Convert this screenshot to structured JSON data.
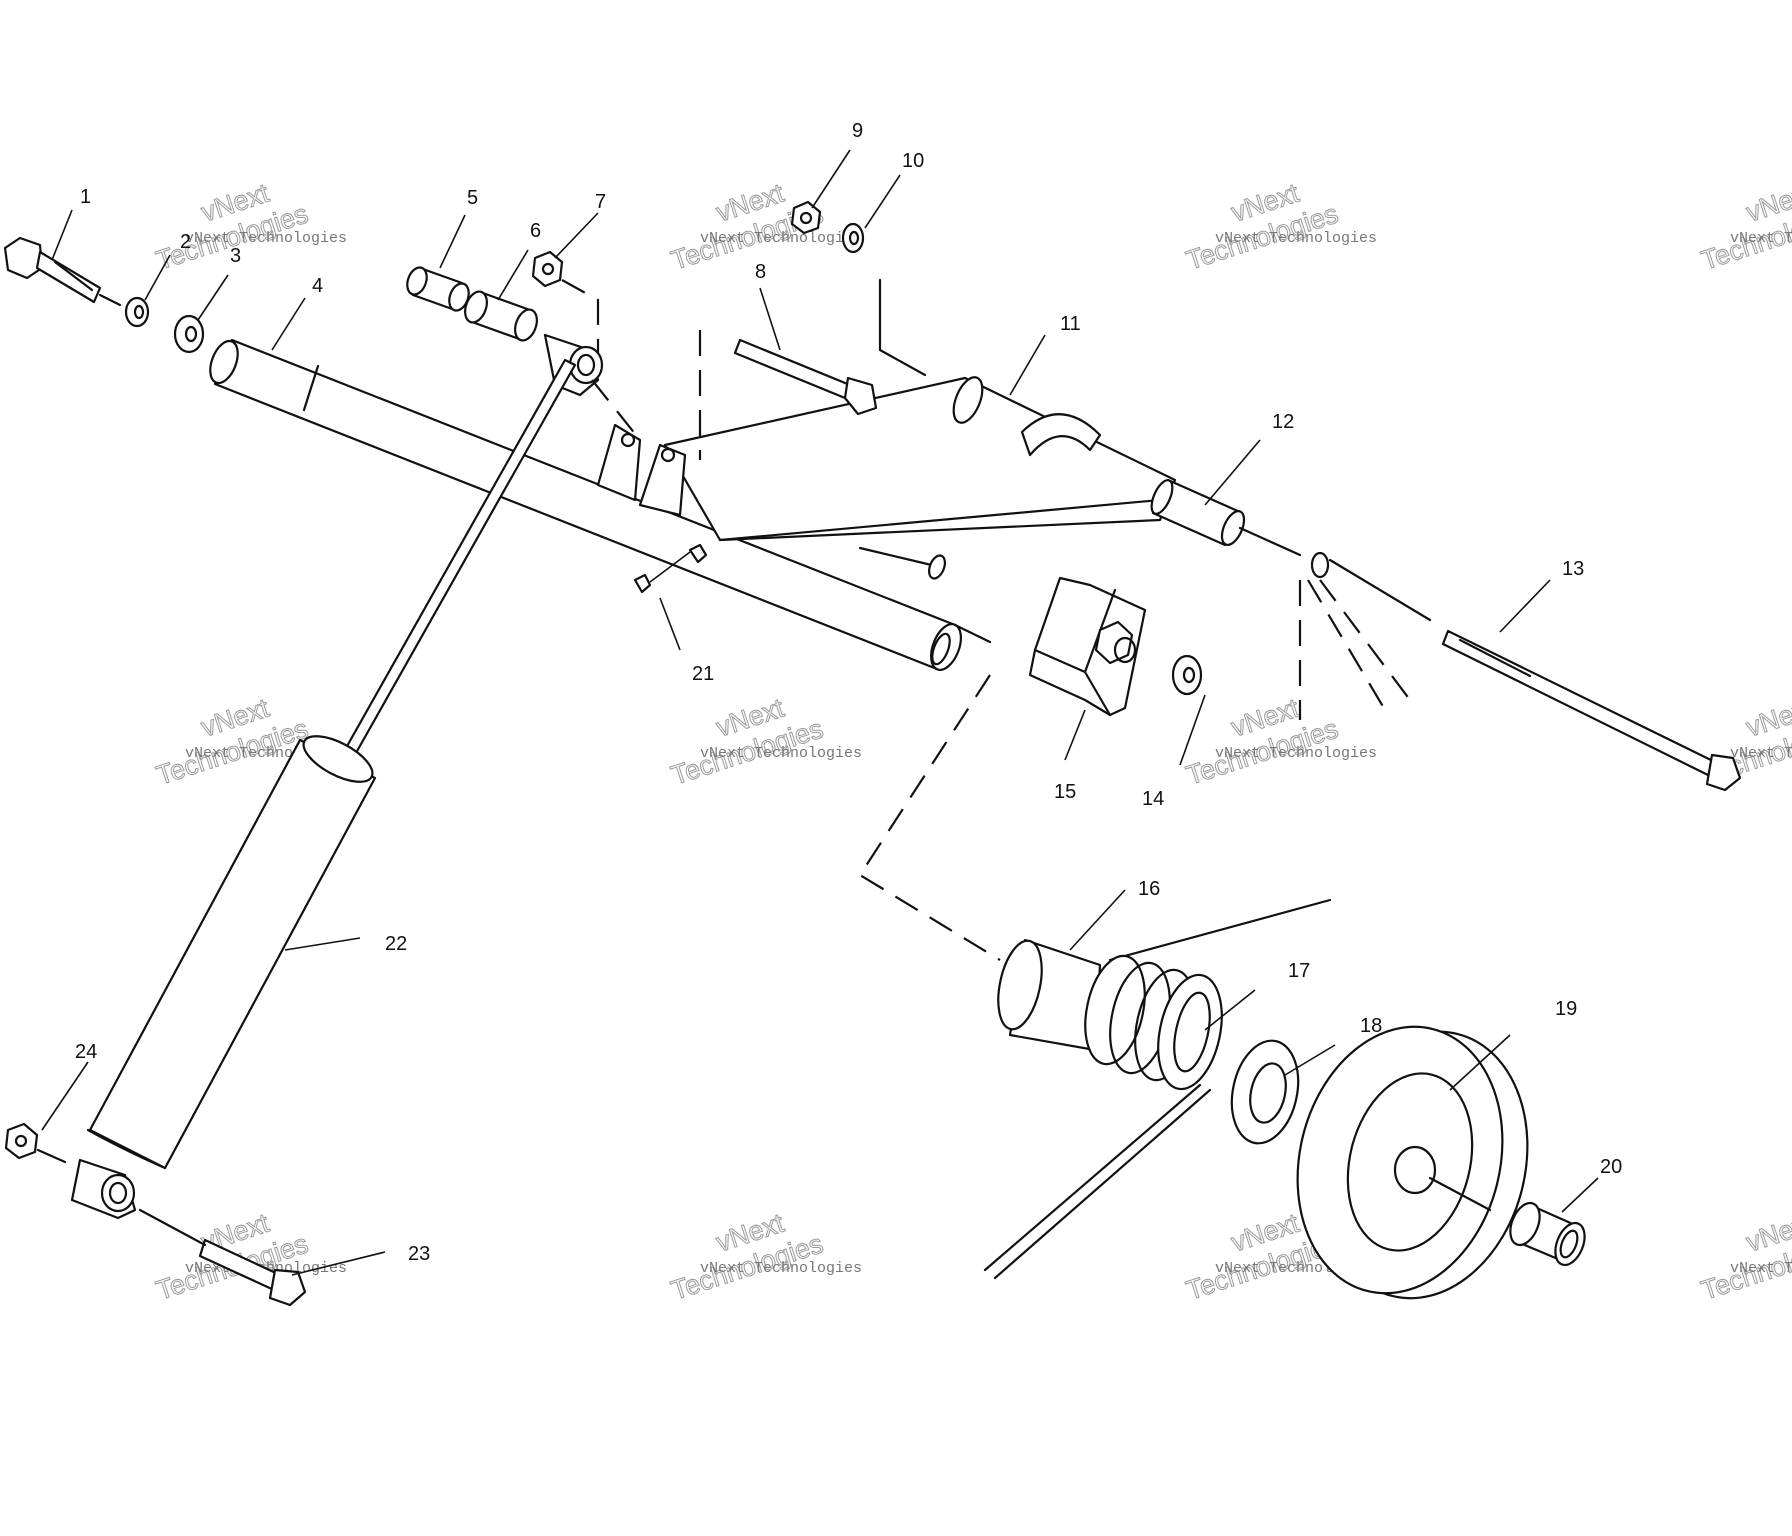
{
  "callouts": [
    {
      "id": "1",
      "label": "1"
    },
    {
      "id": "2",
      "label": "2"
    },
    {
      "id": "3",
      "label": "3"
    },
    {
      "id": "4",
      "label": "4"
    },
    {
      "id": "5",
      "label": "5"
    },
    {
      "id": "6",
      "label": "6"
    },
    {
      "id": "7",
      "label": "7"
    },
    {
      "id": "8",
      "label": "8"
    },
    {
      "id": "9",
      "label": "9"
    },
    {
      "id": "10",
      "label": "10"
    },
    {
      "id": "11",
      "label": "11"
    },
    {
      "id": "12",
      "label": "12"
    },
    {
      "id": "13",
      "label": "13"
    },
    {
      "id": "14",
      "label": "14"
    },
    {
      "id": "15",
      "label": "15"
    },
    {
      "id": "16",
      "label": "16"
    },
    {
      "id": "17",
      "label": "17"
    },
    {
      "id": "18",
      "label": "18"
    },
    {
      "id": "19",
      "label": "19"
    },
    {
      "id": "20",
      "label": "20"
    },
    {
      "id": "21",
      "label": "21"
    },
    {
      "id": "22",
      "label": "22"
    },
    {
      "id": "23",
      "label": "23"
    },
    {
      "id": "24",
      "label": "24"
    }
  ],
  "watermark": {
    "line1": "vNext Technologies",
    "line2": "vNext",
    "line3": "Technologies"
  }
}
